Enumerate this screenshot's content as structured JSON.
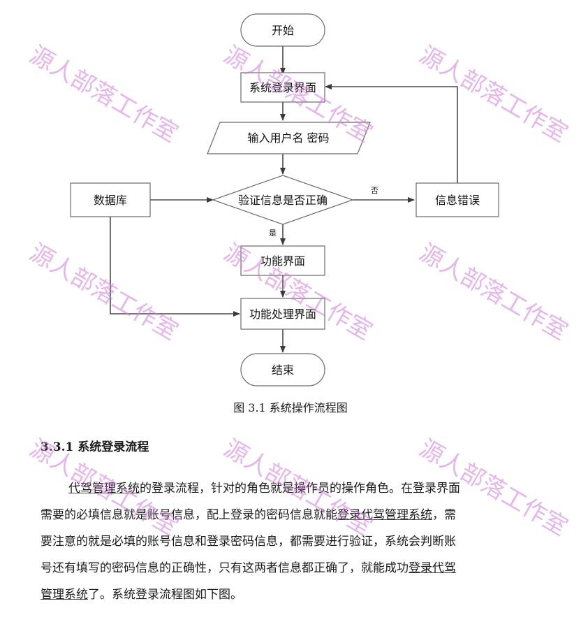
{
  "flowchart": {
    "start": "开始",
    "login": "系统登录界面",
    "input": "输入用户名 密码",
    "verify": "验证信息是否正确",
    "database": "数据库",
    "error": "信息错误",
    "func": "功能界面",
    "process": "功能处理界面",
    "end": "结束",
    "no_label": "否",
    "yes_label": "是"
  },
  "caption": "图 3.1  系统操作流程图",
  "section": {
    "heading": "3.3.1 系统登录流程",
    "paragraph": {
      "l1_link": "代驾管理系统",
      "l1_rest": "的登录流程，针对的角色就是操作员的操作角色。在登录界面",
      "l2_pre": "需要的必填信息就是账号信息，配上登录的密码信息就能",
      "l2_link": "登录代驾管理系统",
      "l2_post": "，需",
      "l3": "要注意的就是必填的账号信息和登录密码信息，都需要进行验证，系统会判断账",
      "l4_pre": "号还有填写的密码信息的正确性，只有这两者信息都正确了，就能成功",
      "l4_link": "登录代驾",
      "l5_link": "管理系统",
      "l5_post": "了。系统登录流程图如下图。"
    }
  },
  "watermark": "源人部落工作室"
}
